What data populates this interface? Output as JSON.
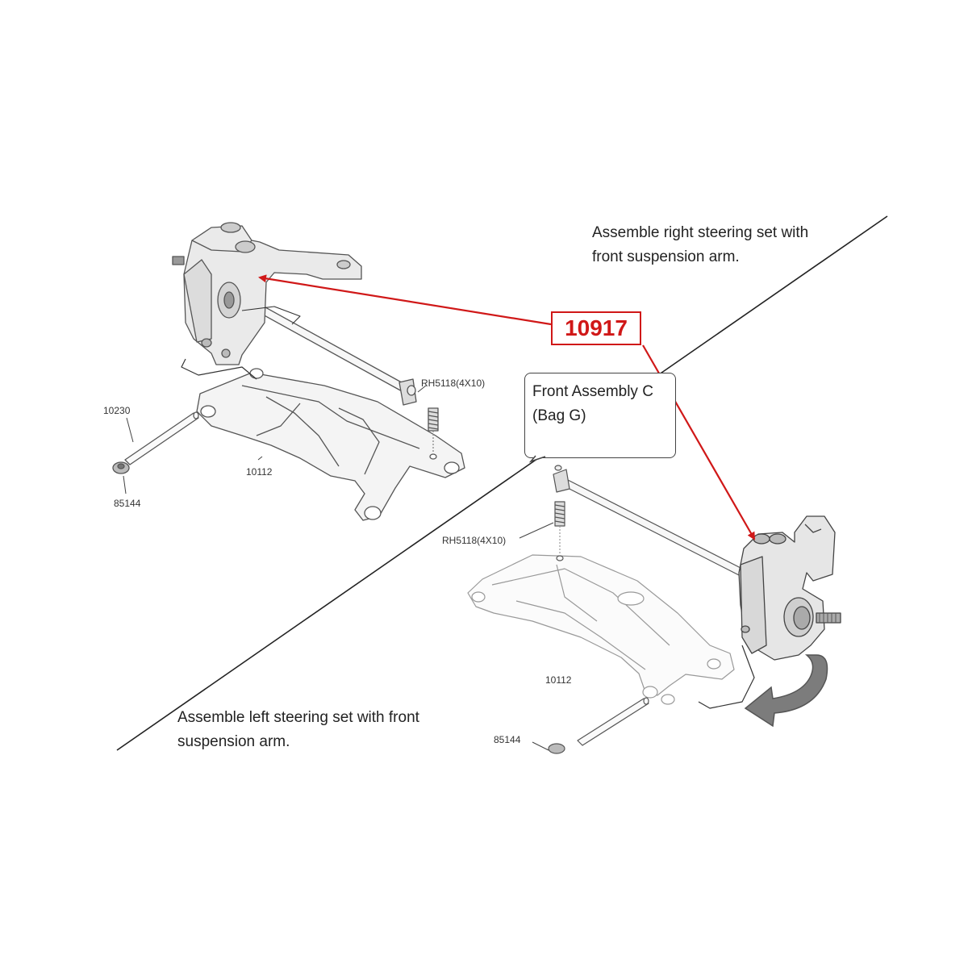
{
  "instructions": {
    "right_steering": [
      "Assemble right steering set with",
      "front suspension arm."
    ],
    "left_steering": [
      "Assemble left steering set with front",
      "suspension arm."
    ]
  },
  "assembly_box": {
    "line1": "Front Assembly C",
    "line2": "(Bag G)"
  },
  "highlight_part": {
    "number": "10917",
    "color": "#d01818"
  },
  "parts_upper": {
    "set_screw": "RH5118(4X10)",
    "hinge_pin": "10230",
    "nut": "85144",
    "arm": "10112"
  },
  "parts_lower": {
    "set_screw": "RH5118(4X10)",
    "arm": "10112",
    "nut": "85144"
  }
}
